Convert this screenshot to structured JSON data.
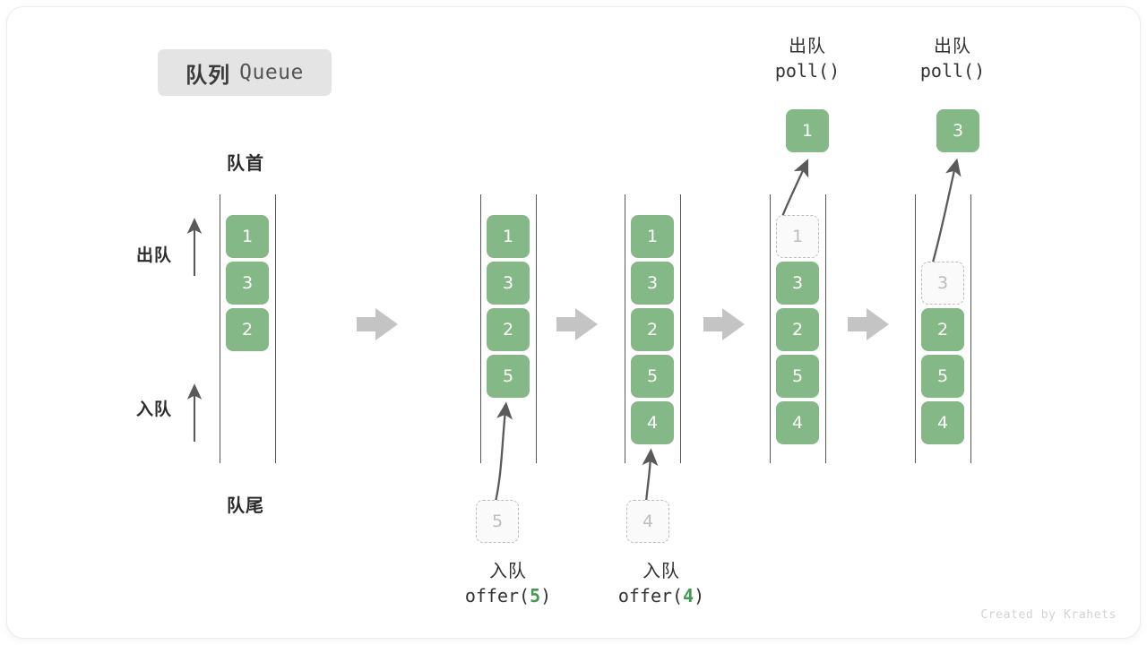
{
  "title": {
    "cn": "队列",
    "en": "Queue"
  },
  "labels": {
    "head": "队首",
    "tail": "队尾",
    "dequeue_side": "出队",
    "enqueue_side": "入队"
  },
  "colors": {
    "cell_fill": "#85b887",
    "cell_text": "#ffffff",
    "ghost_fill": "#fafafa",
    "ghost_border": "#bdbdbd",
    "ghost_text": "#bdbdbd",
    "rail": "#555555",
    "step_arrow": "#c4c4c4",
    "op_arrow": "#5a5a5a",
    "badge_bg": "#e4e4e4",
    "accent_green": "#3f9b4f"
  },
  "columns": [
    {
      "id": "state-initial",
      "cells": [
        {
          "value": "1",
          "state": "full"
        },
        {
          "value": "3",
          "state": "full"
        },
        {
          "value": "2",
          "state": "full"
        }
      ]
    },
    {
      "id": "state-after-offer-5",
      "cells": [
        {
          "value": "1",
          "state": "full"
        },
        {
          "value": "3",
          "state": "full"
        },
        {
          "value": "2",
          "state": "full"
        },
        {
          "value": "5",
          "state": "full"
        }
      ],
      "incoming": {
        "value": "5",
        "state": "ghost"
      },
      "caption": {
        "cn": "入队",
        "fn": "offer(",
        "arg": "5",
        "fn_end": ")"
      }
    },
    {
      "id": "state-after-offer-4",
      "cells": [
        {
          "value": "1",
          "state": "full"
        },
        {
          "value": "3",
          "state": "full"
        },
        {
          "value": "2",
          "state": "full"
        },
        {
          "value": "5",
          "state": "full"
        },
        {
          "value": "4",
          "state": "full"
        }
      ],
      "incoming": {
        "value": "4",
        "state": "ghost"
      },
      "caption": {
        "cn": "入队",
        "fn": "offer(",
        "arg": "4",
        "fn_end": ")"
      }
    },
    {
      "id": "state-after-poll-1",
      "cells": [
        {
          "value": "1",
          "state": "ghost"
        },
        {
          "value": "3",
          "state": "full"
        },
        {
          "value": "2",
          "state": "full"
        },
        {
          "value": "5",
          "state": "full"
        },
        {
          "value": "4",
          "state": "full"
        }
      ],
      "outgoing": {
        "value": "1",
        "state": "full"
      },
      "caption_top": {
        "cn": "出队",
        "fn": "poll()"
      }
    },
    {
      "id": "state-after-poll-3",
      "cells": [
        {
          "value": "",
          "state": "empty"
        },
        {
          "value": "3",
          "state": "ghost"
        },
        {
          "value": "2",
          "state": "full"
        },
        {
          "value": "5",
          "state": "full"
        },
        {
          "value": "4",
          "state": "full"
        }
      ],
      "outgoing": {
        "value": "3",
        "state": "full"
      },
      "caption_top": {
        "cn": "出队",
        "fn": "poll()"
      }
    }
  ],
  "watermark": "Created by Krahets"
}
